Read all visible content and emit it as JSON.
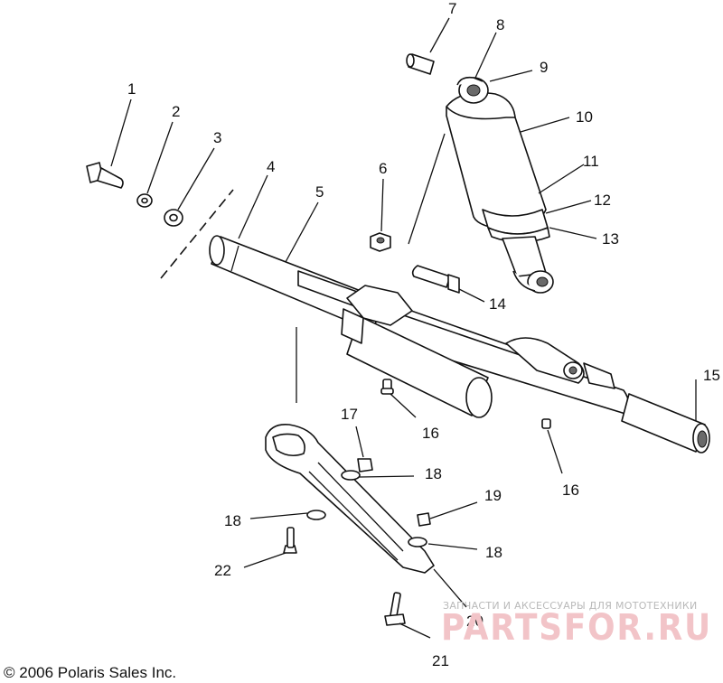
{
  "callouts": {
    "c1": "1",
    "c2": "2",
    "c3": "3",
    "c4": "4",
    "c5": "5",
    "c6": "6",
    "c7": "7",
    "c8": "8",
    "c9": "9",
    "c10": "10",
    "c11": "11",
    "c12": "12",
    "c13": "13",
    "c14": "14",
    "c15": "15",
    "c16a": "16",
    "c16b": "16",
    "c17": "17",
    "c18a": "18",
    "c18b": "18",
    "c18c": "18",
    "c19": "19",
    "c20": "20",
    "c21": "21",
    "c22": "22"
  },
  "copyright": "© 2006 Polaris Sales Inc.",
  "watermark": {
    "tagline": "ЗАПЧАСТИ И АКСЕССУАРЫ ДЛЯ МОТОТЕХНИКИ",
    "brand": "PARTSFOR.RU"
  },
  "colors": {
    "line": "#111111",
    "watermark_tagline": "#b9b9b9",
    "watermark_brand": "#f2c4c8"
  }
}
